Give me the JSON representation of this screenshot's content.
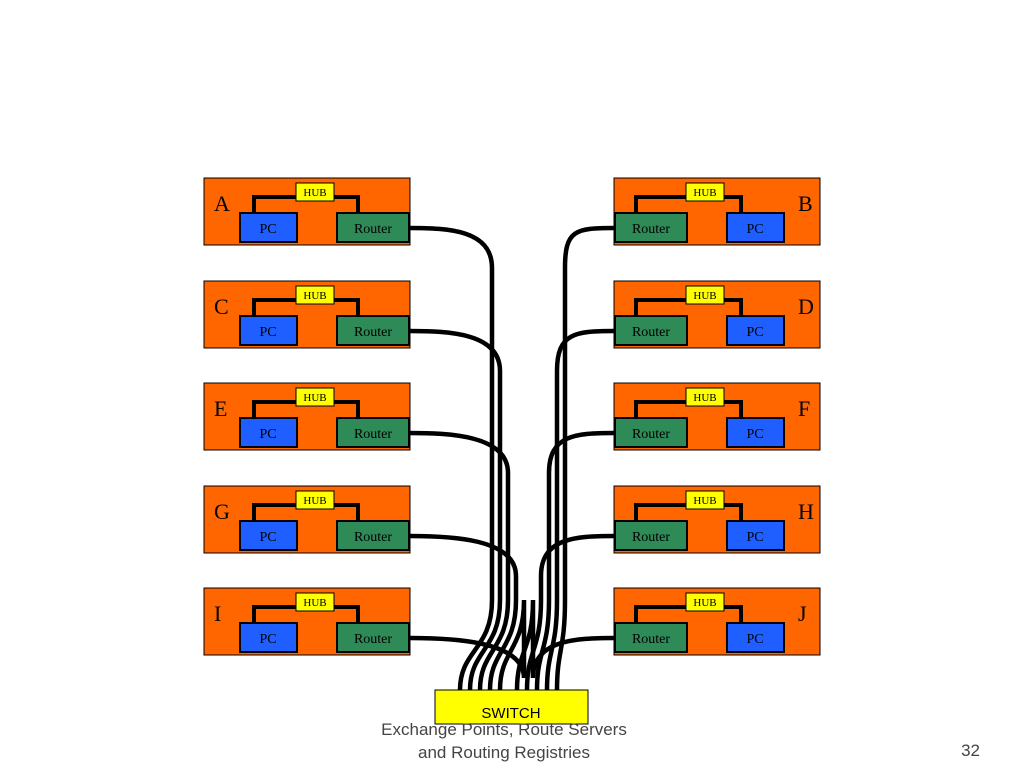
{
  "diagram": {
    "left_sites": [
      {
        "letter": "A",
        "pc_label": "PC",
        "router_label": "Router",
        "hub_label": "HUB"
      },
      {
        "letter": "C",
        "pc_label": "PC",
        "router_label": "Router",
        "hub_label": "HUB"
      },
      {
        "letter": "E",
        "pc_label": "PC",
        "router_label": "Router",
        "hub_label": "HUB"
      },
      {
        "letter": "G",
        "pc_label": "PC",
        "router_label": "Router",
        "hub_label": "HUB"
      },
      {
        "letter": "I",
        "pc_label": "PC",
        "router_label": "Router",
        "hub_label": "HUB"
      }
    ],
    "right_sites": [
      {
        "letter": "B",
        "pc_label": "PC",
        "router_label": "Router",
        "hub_label": "HUB"
      },
      {
        "letter": "D",
        "pc_label": "PC",
        "router_label": "Router",
        "hub_label": "HUB"
      },
      {
        "letter": "F",
        "pc_label": "PC",
        "router_label": "Router",
        "hub_label": "HUB"
      },
      {
        "letter": "H",
        "pc_label": "PC",
        "router_label": "Router",
        "hub_label": "HUB"
      },
      {
        "letter": "J",
        "pc_label": "PC",
        "router_label": "Router",
        "hub_label": "HUB"
      }
    ],
    "switch_label": "SWITCH"
  },
  "footer": {
    "title_line1": "Exchange Points, Route Servers",
    "title_line2": "and Routing Registries",
    "page_number": "32"
  },
  "colors": {
    "site": "#ff6600",
    "pc": "#1f5fff",
    "router": "#2e8b57",
    "hub": "#ffff00",
    "switch": "#ffff00"
  }
}
